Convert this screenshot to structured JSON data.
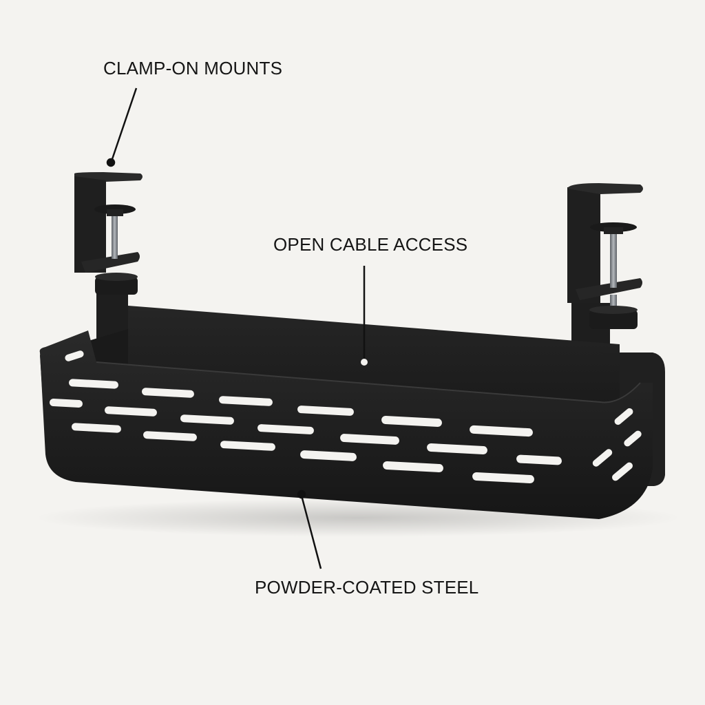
{
  "callouts": {
    "clamp_mounts": "CLAMP-ON MOUNTS",
    "open_cable_access": "OPEN CABLE ACCESS",
    "powder_coated_steel": "POWDER-COATED STEEL"
  },
  "colors": {
    "background": "#f4f3f0",
    "product_black": "#1c1c1c",
    "label_text": "#151515",
    "screw_steel": "#8a8e93"
  },
  "icons": {
    "leader_marker": "dot"
  }
}
